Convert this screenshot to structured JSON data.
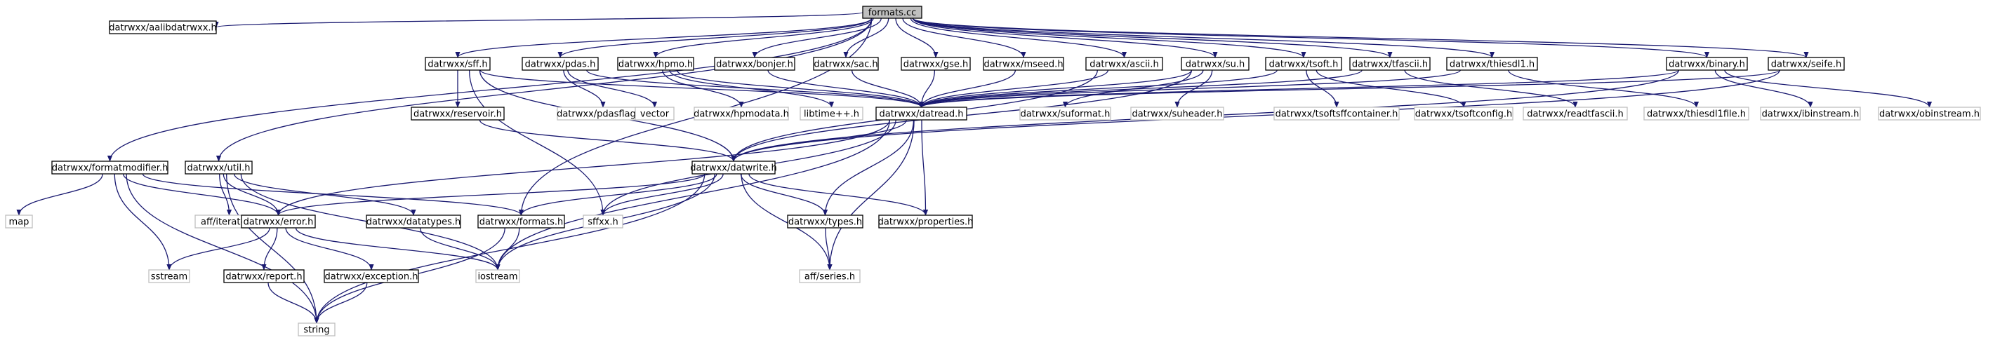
{
  "graph": {
    "title": "formats.cc",
    "colors": {
      "edge": "#191970",
      "root_fill": "#bfbfbf",
      "root_stroke": "#000000",
      "documented_stroke": "#000000",
      "external_stroke": "#bfbfbf",
      "label": "#000000",
      "external_label": "#000000"
    },
    "nodes": [
      {
        "id": "formats_cc",
        "label": "formats.cc",
        "kind": "root"
      },
      {
        "id": "aalibdatrwxx",
        "label": "datrwxx/aalibdatrwxx.h",
        "kind": "documented"
      },
      {
        "id": "formatmodifier",
        "label": "datrwxx/formatmodifier.h",
        "kind": "documented"
      },
      {
        "id": "util",
        "label": "datrwxx/util.h",
        "kind": "documented"
      },
      {
        "id": "sff",
        "label": "datrwxx/sff.h",
        "kind": "documented"
      },
      {
        "id": "pdas",
        "label": "datrwxx/pdas.h",
        "kind": "documented"
      },
      {
        "id": "hpmo",
        "label": "datrwxx/hpmo.h",
        "kind": "documented"
      },
      {
        "id": "bonjer",
        "label": "datrwxx/bonjer.h",
        "kind": "documented"
      },
      {
        "id": "sac",
        "label": "datrwxx/sac.h",
        "kind": "documented"
      },
      {
        "id": "gse",
        "label": "datrwxx/gse.h",
        "kind": "documented"
      },
      {
        "id": "mseed",
        "label": "datrwxx/mseed.h",
        "kind": "documented"
      },
      {
        "id": "ascii",
        "label": "datrwxx/ascii.h",
        "kind": "documented"
      },
      {
        "id": "su",
        "label": "datrwxx/su.h",
        "kind": "documented"
      },
      {
        "id": "tsoft",
        "label": "datrwxx/tsoft.h",
        "kind": "documented"
      },
      {
        "id": "tfascii",
        "label": "datrwxx/tfascii.h",
        "kind": "documented"
      },
      {
        "id": "thiesdl1",
        "label": "datrwxx/thiesdl1.h",
        "kind": "documented"
      },
      {
        "id": "binary",
        "label": "datrwxx/binary.h",
        "kind": "documented"
      },
      {
        "id": "seife",
        "label": "datrwxx/seife.h",
        "kind": "documented"
      },
      {
        "id": "reservoir",
        "label": "datrwxx/reservoir.h",
        "kind": "documented"
      },
      {
        "id": "pdasflags",
        "label": "datrwxx/pdasflags.h",
        "kind": "external"
      },
      {
        "id": "vector",
        "label": "vector",
        "kind": "external"
      },
      {
        "id": "hpmodata",
        "label": "datrwxx/hpmodata.h",
        "kind": "external"
      },
      {
        "id": "libtime",
        "label": "libtime++.h",
        "kind": "external"
      },
      {
        "id": "datread",
        "label": "datrwxx/datread.h",
        "kind": "documented"
      },
      {
        "id": "suformat",
        "label": "datrwxx/suformat.h",
        "kind": "external"
      },
      {
        "id": "suheader",
        "label": "datrwxx/suheader.h",
        "kind": "external"
      },
      {
        "id": "tsoftsffcontainer",
        "label": "datrwxx/tsoftsffcontainer.h",
        "kind": "external"
      },
      {
        "id": "tsoftconfig",
        "label": "datrwxx/tsoftconfig.h",
        "kind": "external"
      },
      {
        "id": "readtfascii",
        "label": "datrwxx/readtfascii.h",
        "kind": "external"
      },
      {
        "id": "thiesdl1file",
        "label": "datrwxx/thiesdl1file.h",
        "kind": "external"
      },
      {
        "id": "ibinstream",
        "label": "datrwxx/ibinstream.h",
        "kind": "external"
      },
      {
        "id": "obinstream",
        "label": "datrwxx/obinstream.h",
        "kind": "external"
      },
      {
        "id": "datwrite",
        "label": "datrwxx/datwrite.h",
        "kind": "documented"
      },
      {
        "id": "map",
        "label": "map",
        "kind": "external"
      },
      {
        "id": "aff_iterator",
        "label": "aff/iterator.h",
        "kind": "external"
      },
      {
        "id": "error",
        "label": "datrwxx/error.h",
        "kind": "documented"
      },
      {
        "id": "datatypes",
        "label": "datrwxx/datatypes.h",
        "kind": "documented"
      },
      {
        "id": "formats_h",
        "label": "datrwxx/formats.h",
        "kind": "documented"
      },
      {
        "id": "sffxx",
        "label": "sffxx.h",
        "kind": "external"
      },
      {
        "id": "types",
        "label": "datrwxx/types.h",
        "kind": "documented"
      },
      {
        "id": "properties",
        "label": "datrwxx/properties.h",
        "kind": "documented"
      },
      {
        "id": "sstream",
        "label": "sstream",
        "kind": "external"
      },
      {
        "id": "report",
        "label": "datrwxx/report.h",
        "kind": "documented"
      },
      {
        "id": "exception",
        "label": "datrwxx/exception.h",
        "kind": "documented"
      },
      {
        "id": "iostream",
        "label": "iostream",
        "kind": "external"
      },
      {
        "id": "aff_series",
        "label": "aff/series.h",
        "kind": "external"
      },
      {
        "id": "string",
        "label": "string",
        "kind": "external"
      }
    ],
    "edges": [
      [
        "formats_cc",
        "aalibdatrwxx"
      ],
      [
        "formats_cc",
        "formatmodifier"
      ],
      [
        "formats_cc",
        "util"
      ],
      [
        "formats_cc",
        "sff"
      ],
      [
        "formats_cc",
        "pdas"
      ],
      [
        "formats_cc",
        "hpmo"
      ],
      [
        "formats_cc",
        "bonjer"
      ],
      [
        "formats_cc",
        "sac"
      ],
      [
        "formats_cc",
        "gse"
      ],
      [
        "formats_cc",
        "mseed"
      ],
      [
        "formats_cc",
        "ascii"
      ],
      [
        "formats_cc",
        "su"
      ],
      [
        "formats_cc",
        "tsoft"
      ],
      [
        "formats_cc",
        "tfascii"
      ],
      [
        "formats_cc",
        "thiesdl1"
      ],
      [
        "formats_cc",
        "binary"
      ],
      [
        "formats_cc",
        "seife"
      ],
      [
        "formats_cc",
        "formats_h"
      ],
      [
        "formatmodifier",
        "map"
      ],
      [
        "formatmodifier",
        "sstream"
      ],
      [
        "formatmodifier",
        "string"
      ],
      [
        "formatmodifier",
        "error"
      ],
      [
        "formatmodifier",
        "formats_h"
      ],
      [
        "util",
        "aff_iterator"
      ],
      [
        "util",
        "error"
      ],
      [
        "util",
        "datatypes"
      ],
      [
        "util",
        "iostream"
      ],
      [
        "util",
        "string"
      ],
      [
        "sff",
        "reservoir"
      ],
      [
        "sff",
        "datread"
      ],
      [
        "sff",
        "datwrite"
      ],
      [
        "sff",
        "sffxx"
      ],
      [
        "reservoir",
        "datwrite"
      ],
      [
        "pdas",
        "pdasflags"
      ],
      [
        "pdas",
        "vector"
      ],
      [
        "pdas",
        "datread"
      ],
      [
        "hpmo",
        "hpmodata"
      ],
      [
        "hpmo",
        "libtime"
      ],
      [
        "hpmo",
        "datread"
      ],
      [
        "bonjer",
        "datread"
      ],
      [
        "sac",
        "datread"
      ],
      [
        "gse",
        "datread"
      ],
      [
        "mseed",
        "datread"
      ],
      [
        "ascii",
        "datread"
      ],
      [
        "ascii",
        "datwrite"
      ],
      [
        "su",
        "suformat"
      ],
      [
        "su",
        "suheader"
      ],
      [
        "su",
        "datread"
      ],
      [
        "su",
        "datwrite"
      ],
      [
        "tsoft",
        "tsoftsffcontainer"
      ],
      [
        "tsoft",
        "tsoftconfig"
      ],
      [
        "tsoft",
        "datread"
      ],
      [
        "tfascii",
        "readtfascii"
      ],
      [
        "tfascii",
        "datread"
      ],
      [
        "thiesdl1",
        "thiesdl1file"
      ],
      [
        "thiesdl1",
        "datread"
      ],
      [
        "binary",
        "ibinstream"
      ],
      [
        "binary",
        "obinstream"
      ],
      [
        "binary",
        "datread"
      ],
      [
        "binary",
        "datwrite"
      ],
      [
        "seife",
        "datread"
      ],
      [
        "seife",
        "datwrite"
      ],
      [
        "datread",
        "datwrite"
      ],
      [
        "datread",
        "error"
      ],
      [
        "datread",
        "types"
      ],
      [
        "datread",
        "properties"
      ],
      [
        "datread",
        "iostream"
      ],
      [
        "datread",
        "aff_series"
      ],
      [
        "datread",
        "sffxx"
      ],
      [
        "datwrite",
        "error"
      ],
      [
        "datwrite",
        "formats_h"
      ],
      [
        "datwrite",
        "types"
      ],
      [
        "datwrite",
        "properties"
      ],
      [
        "datwrite",
        "iostream"
      ],
      [
        "datwrite",
        "aff_series"
      ],
      [
        "datwrite",
        "sffxx"
      ],
      [
        "datwrite",
        "string"
      ],
      [
        "error",
        "sstream"
      ],
      [
        "error",
        "report"
      ],
      [
        "error",
        "exception"
      ],
      [
        "error",
        "iostream"
      ],
      [
        "datatypes",
        "iostream"
      ],
      [
        "formats_h",
        "iostream"
      ],
      [
        "formats_h",
        "string"
      ],
      [
        "types",
        "aff_series"
      ],
      [
        "report",
        "string"
      ],
      [
        "exception",
        "string"
      ]
    ]
  }
}
